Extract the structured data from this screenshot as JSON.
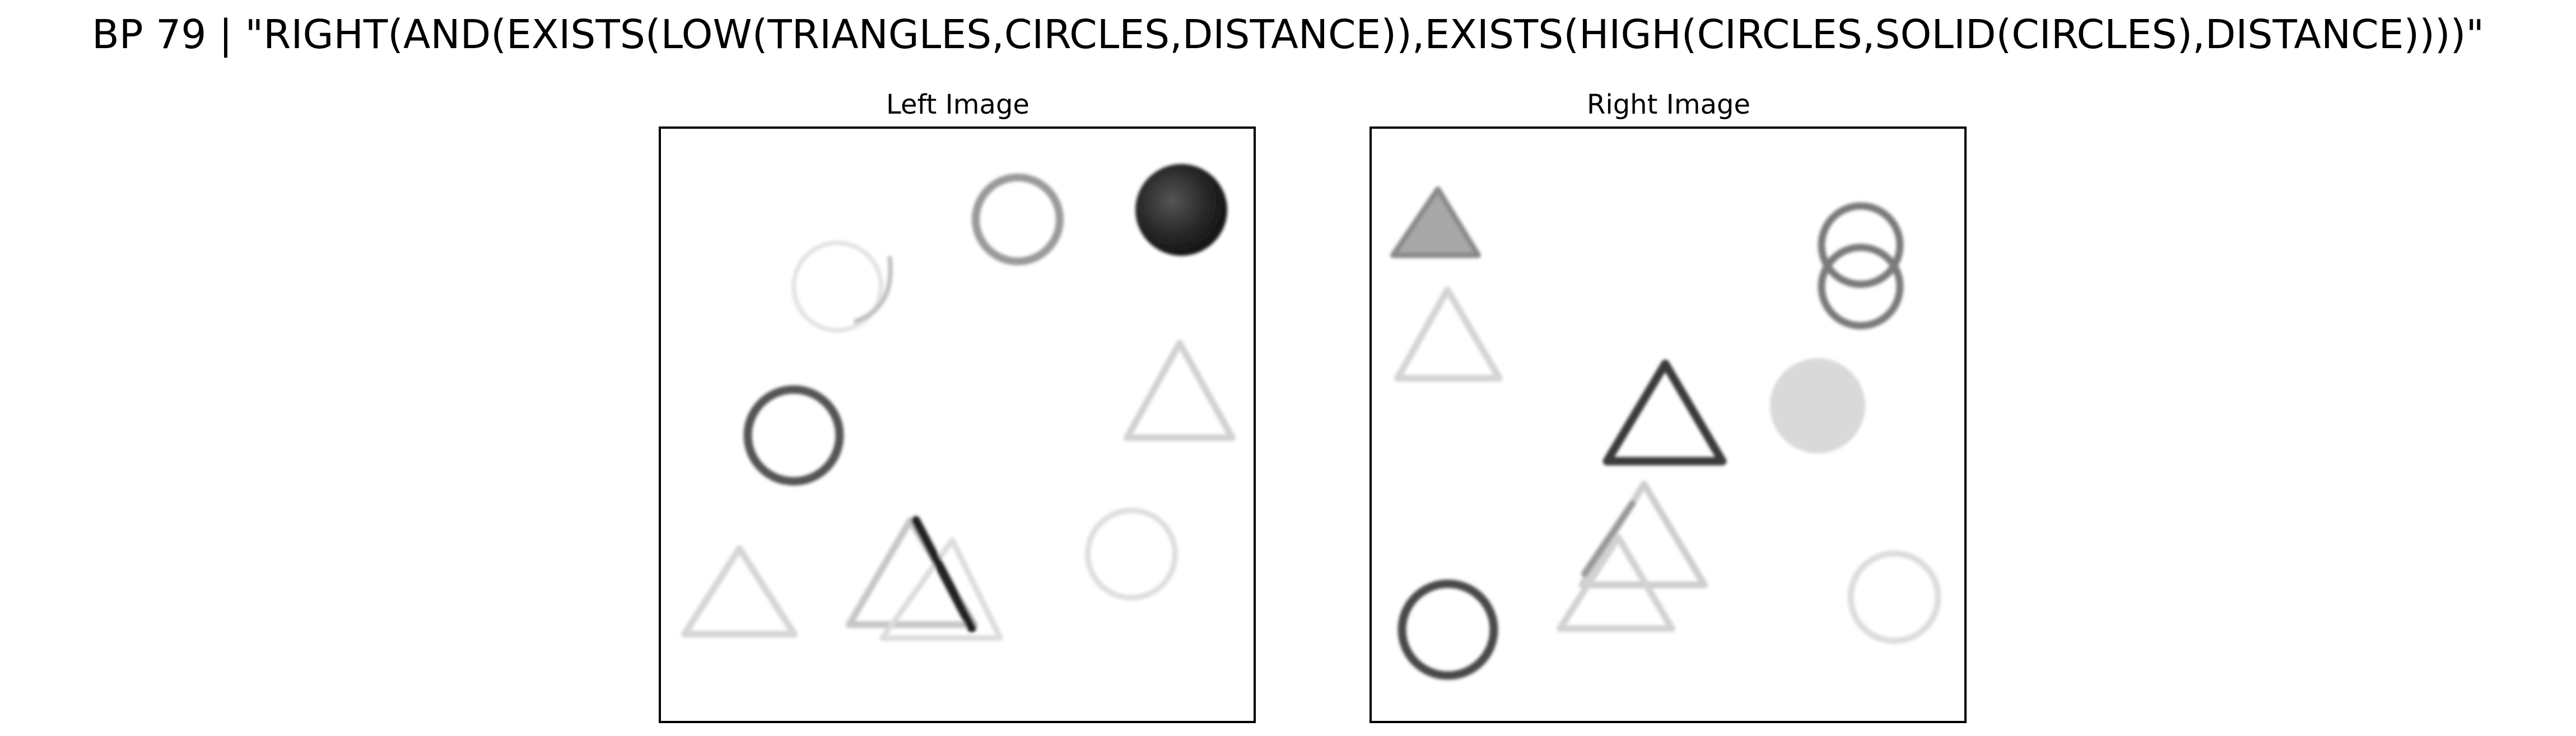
{
  "title": "BP 79 | \"RIGHT(AND(EXISTS(LOW(TRIANGLES,CIRCLES,DISTANCE)),EXISTS(HIGH(CIRCLES,SOLID(CIRCLES),DISTANCE))))\"",
  "panels": {
    "left": {
      "label": "Left Image"
    },
    "right": {
      "label": "Right Image"
    }
  }
}
